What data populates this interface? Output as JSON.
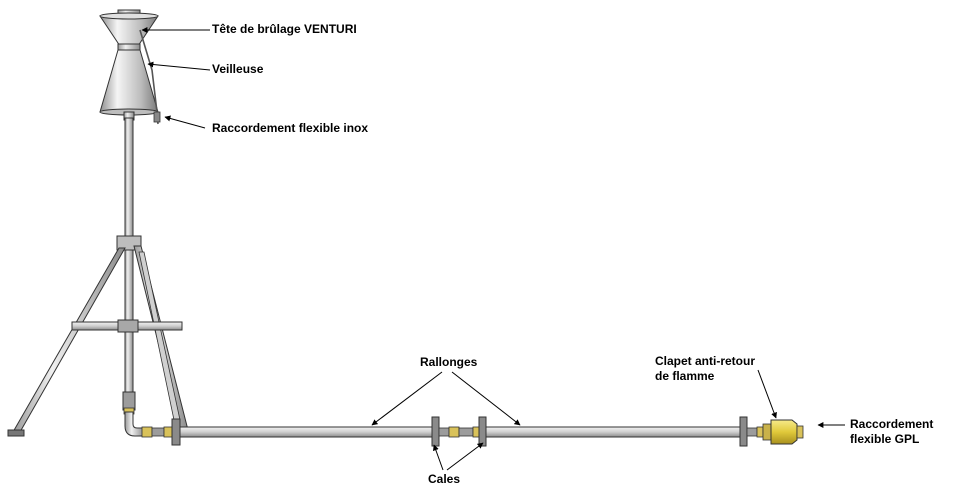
{
  "labels": {
    "burner_head": "Tête de brûlage VENTURI",
    "pilot": "Veilleuse",
    "stainless_hose": "Raccordement flexible inox",
    "extensions": "Rallonges",
    "check_valve_line1": "Clapet anti-retour",
    "check_valve_line2": "de flamme",
    "lpg_hose_line1": "Raccordement",
    "lpg_hose_line2": "flexible GPL",
    "shims": "Cales"
  },
  "colors": {
    "metal_light": "#e6e6e6",
    "metal_mid": "#bdbdbd",
    "metal_dark": "#7a7a7a",
    "outline": "#333333",
    "brass": "#d9c25a",
    "valve_yellow": "#e8d54a",
    "label_text": "#000000"
  }
}
